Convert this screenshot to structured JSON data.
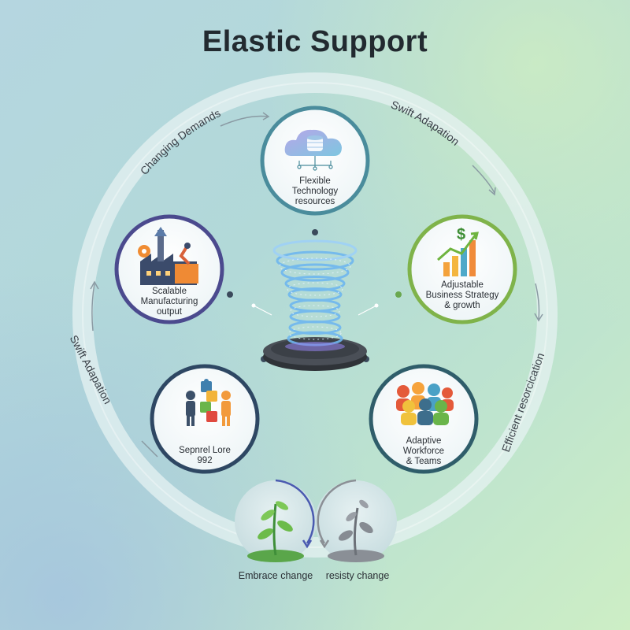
{
  "title": "Elastic Support",
  "ring_labels": {
    "top_left": "Changing Demands",
    "top_right": "Swift Adapation",
    "left": "Swift Adapation",
    "right": "Efficient resorcication"
  },
  "nodes": {
    "technology": {
      "label": "Flexible Technology resources",
      "lines": [
        "Flexible",
        "Technology",
        "resources"
      ],
      "icon": "cloud-database-icon",
      "ring_color": "#4a8c9c"
    },
    "strategy": {
      "label": "Adjustable Business Strategy & growth",
      "lines": [
        "Adjustable",
        "Business Strategy",
        "& growth"
      ],
      "icon": "growth-chart-icon",
      "ring_color": "#7fb34a"
    },
    "workforce": {
      "label": "Adaptive Workforce & Teams",
      "lines": [
        "Adaptive",
        "Workforce",
        "& Teams"
      ],
      "icon": "team-people-icon",
      "ring_color": "#2f5d6a"
    },
    "support": {
      "label": "Sepnrel Lore 992",
      "lines": [
        "Sepnrel Lore",
        "992"
      ],
      "icon": "puzzle-people-icon",
      "ring_color": "#2e4763"
    },
    "manufacturing": {
      "label": "Scalable Manufacturing output",
      "lines": [
        "Scalable",
        "Manufacturing",
        "output"
      ],
      "icon": "factory-icon",
      "ring_color": "#4b4a8e"
    }
  },
  "bottom": {
    "embrace": "Embrace change",
    "resist": "resisty change"
  },
  "colors": {
    "ring": "#e8f2f2",
    "spiral": "#6fb7ef"
  }
}
